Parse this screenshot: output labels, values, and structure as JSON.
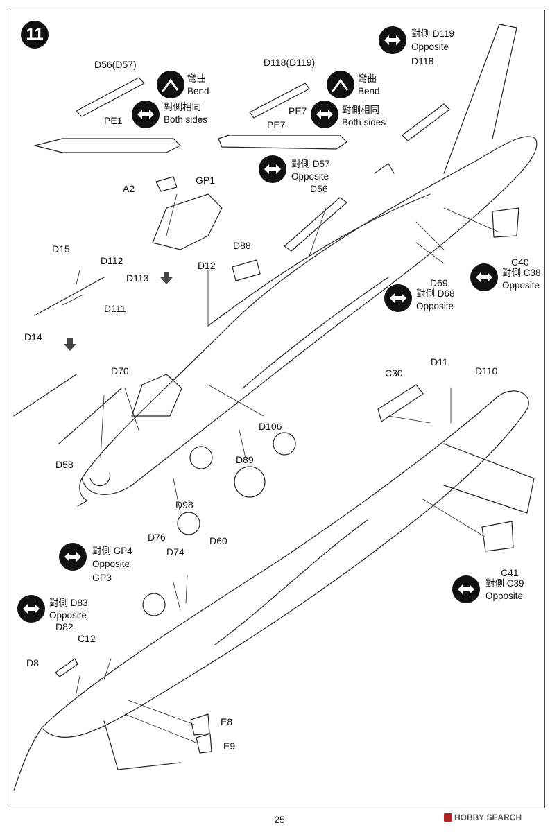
{
  "step": "11",
  "page_number": "25",
  "watermark": "HOBBY SEARCH",
  "notes": {
    "bend_1": {
      "zh": "彎曲",
      "en": "Bend"
    },
    "bend_2": {
      "zh": "彎曲",
      "en": "Bend"
    },
    "both_sides_1": {
      "zh": "對側相同",
      "en": "Both sides"
    },
    "both_sides_2": {
      "zh": "對側相同",
      "en": "Both sides"
    },
    "opp_d119": {
      "zh": "對側 D119",
      "en": "Opposite"
    },
    "opp_d57": {
      "zh": "對側 D57",
      "en": "Opposite"
    },
    "opp_c38": {
      "zh": "對側 C38",
      "en": "Opposite"
    },
    "opp_d68": {
      "zh": "對側 D68",
      "en": "Opposite"
    },
    "opp_gp4": {
      "zh": "對側 GP4",
      "en": "Opposite"
    },
    "opp_d83": {
      "zh": "對側 D83",
      "en": "Opposite"
    },
    "opp_c39": {
      "zh": "對側 C39",
      "en": "Opposite"
    }
  },
  "parts": {
    "d56_d57": "D56(D57)",
    "pe1": "PE1",
    "d118_d119": "D118(D119)",
    "pe7_a": "PE7",
    "pe7_b": "PE7",
    "d118": "D118",
    "a2": "A2",
    "gp1": "GP1",
    "d56": "D56",
    "d88": "D88",
    "c40": "C40",
    "d15": "D15",
    "d112": "D112",
    "d113": "D113",
    "d12": "D12",
    "d111": "D111",
    "d14": "D14",
    "d69": "D69",
    "d70": "D70",
    "d11": "D11",
    "d110": "D110",
    "c30": "C30",
    "d106": "D106",
    "d58": "D58",
    "d89": "D89",
    "d98": "D98",
    "d76": "D76",
    "d60": "D60",
    "d74": "D74",
    "gp3": "GP3",
    "c41": "C41",
    "d82": "D82",
    "c12": "C12",
    "d8": "D8",
    "e8": "E8",
    "e9": "E9"
  },
  "icons": {
    "bend": "bend-icon",
    "both_sides": "double-arrow-icon",
    "opposite": "double-arrow-icon"
  }
}
